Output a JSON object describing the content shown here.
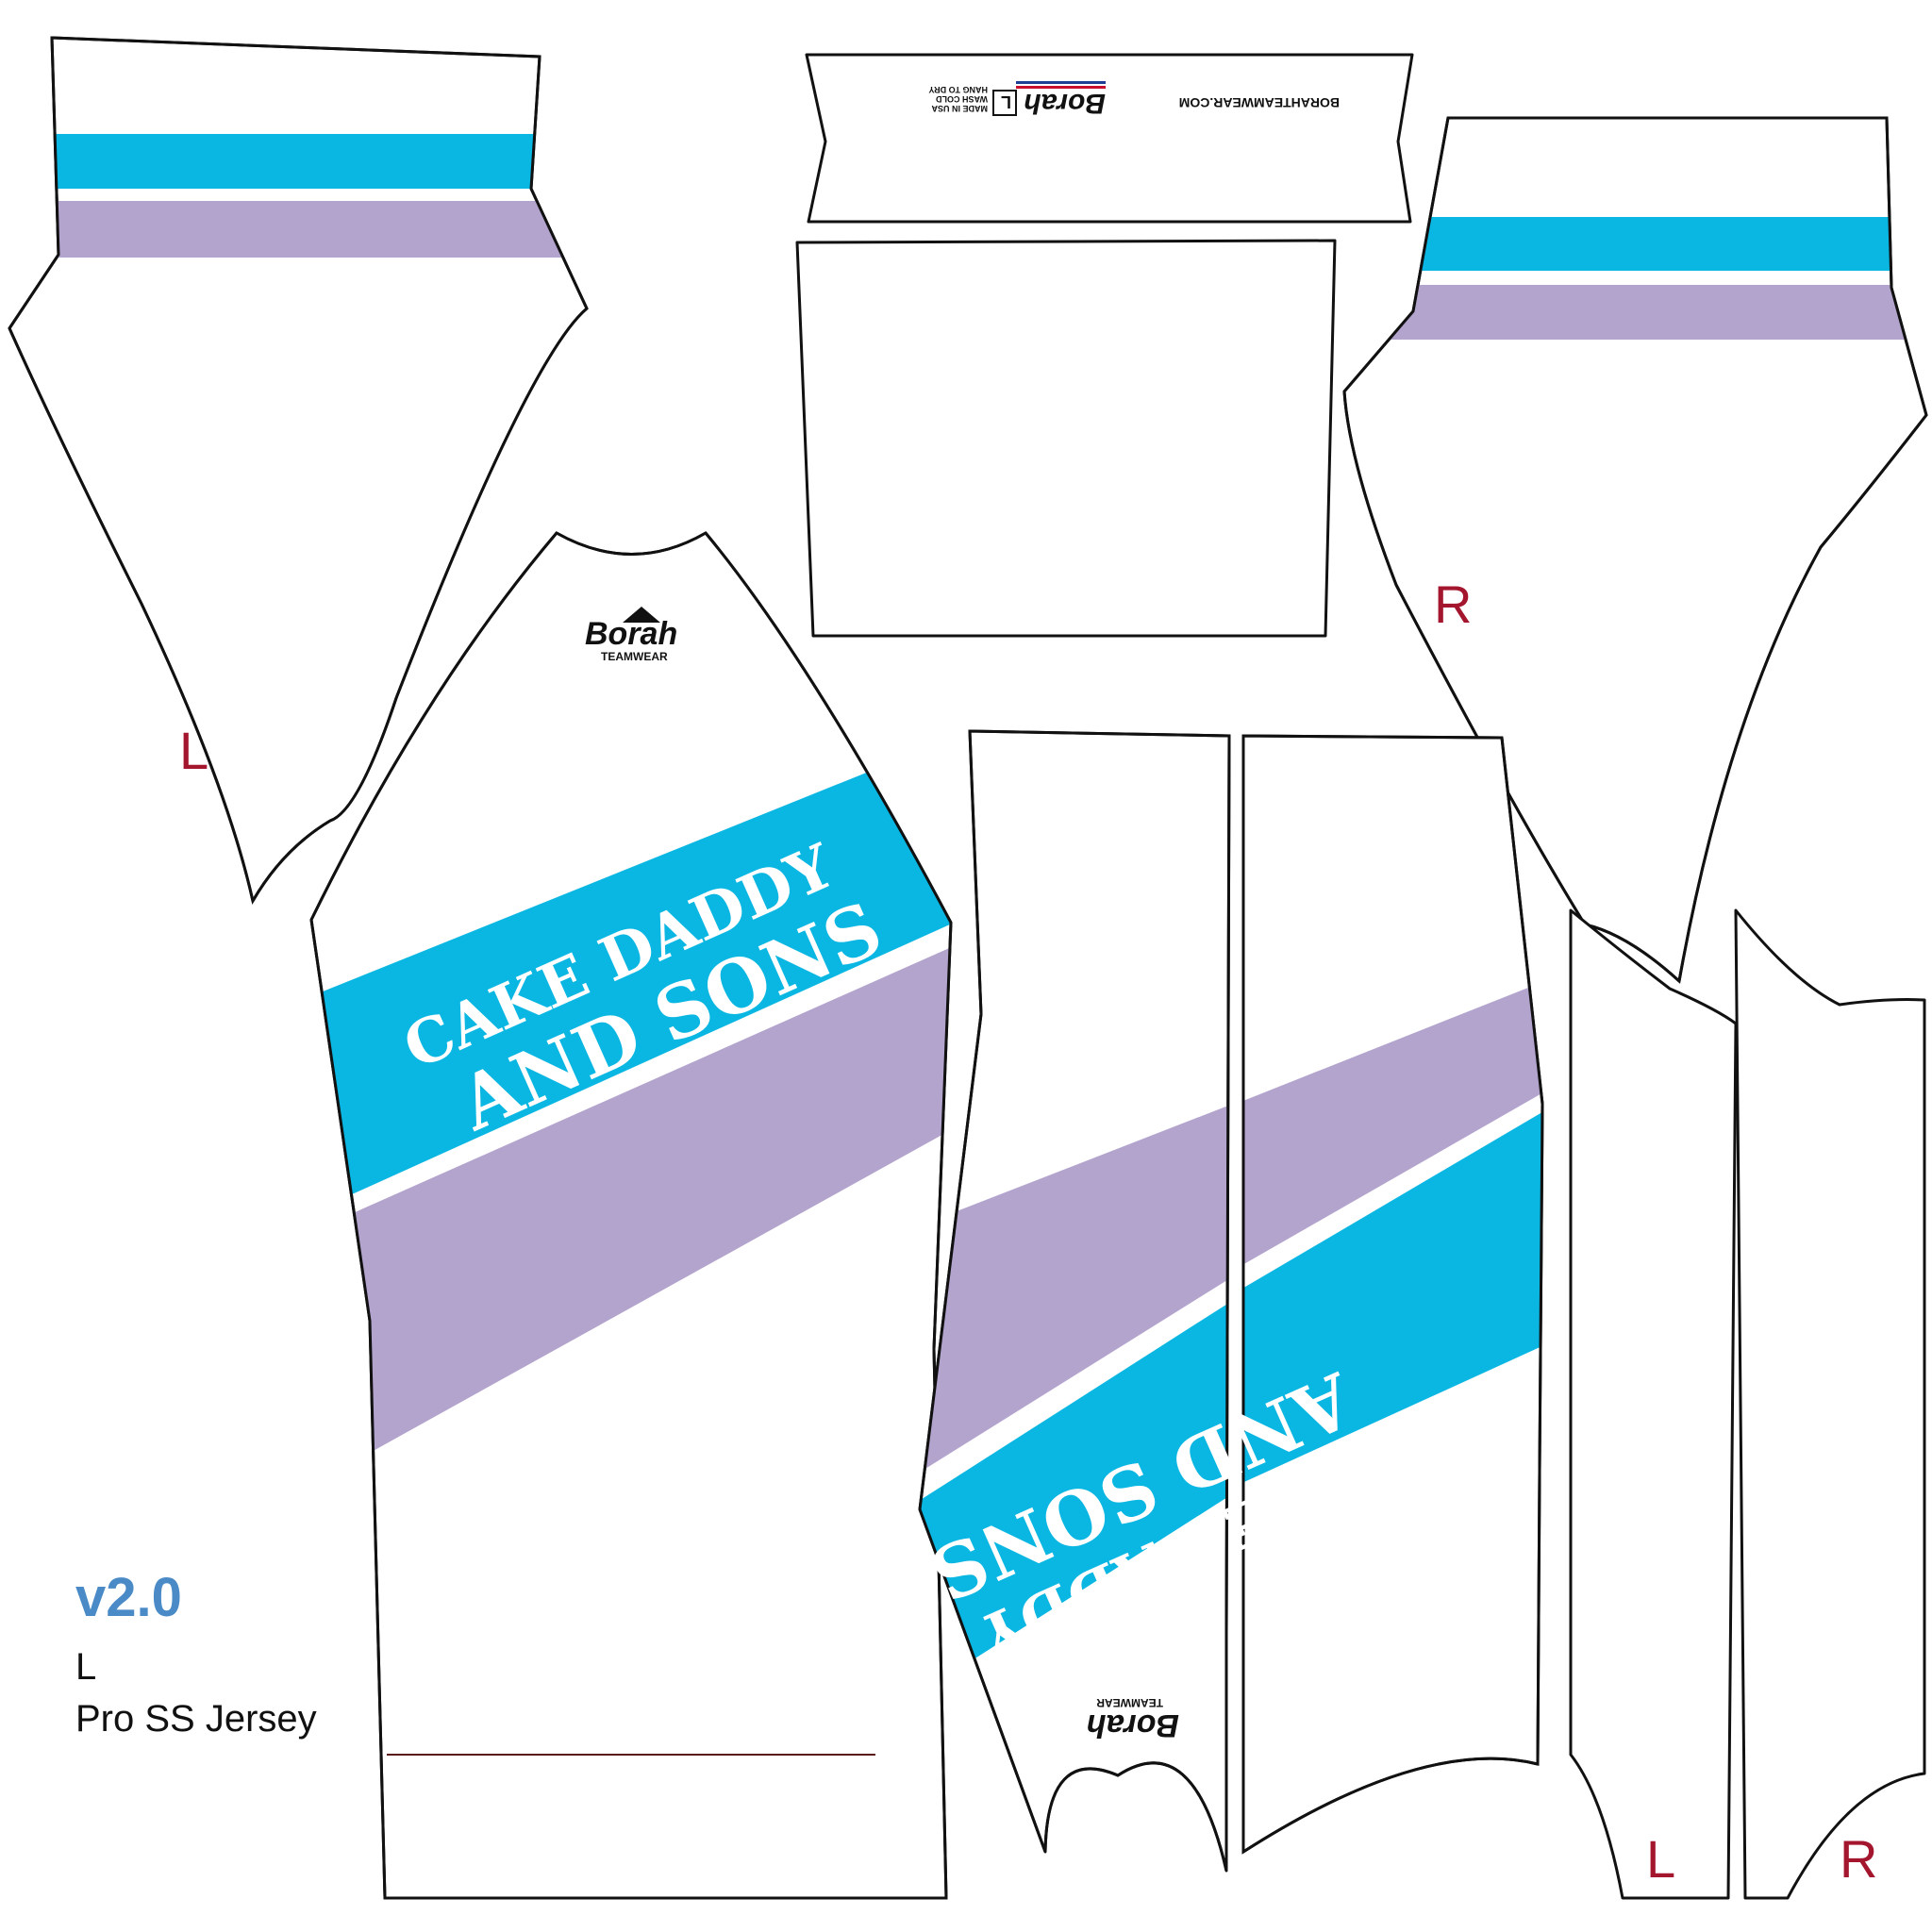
{
  "sheet": {
    "version": "v2.0",
    "size": "L",
    "style_name": "Pro SS Jersey"
  },
  "colors": {
    "cyan": "#0ab6e2",
    "lavender": "#b3a4ce",
    "outline": "#111111",
    "label_red": "#a3162e",
    "version_blue": "#4a8ac6"
  },
  "brand": {
    "logo": "Borah",
    "sub": "TEAMWEAR",
    "website": "BORAHTEAMWEAR.COM",
    "tag_size": "L",
    "tag_line1": "MADE IN USA",
    "tag_line2": "WASH COLD",
    "tag_line3": "HANG TO DRY"
  },
  "slogan": {
    "line1": "CAKE DADDY",
    "line2": "AND SONS"
  },
  "labels": {
    "left_sleeve": "L",
    "right_sleeve": "R",
    "left_side": "L",
    "right_side": "R"
  }
}
